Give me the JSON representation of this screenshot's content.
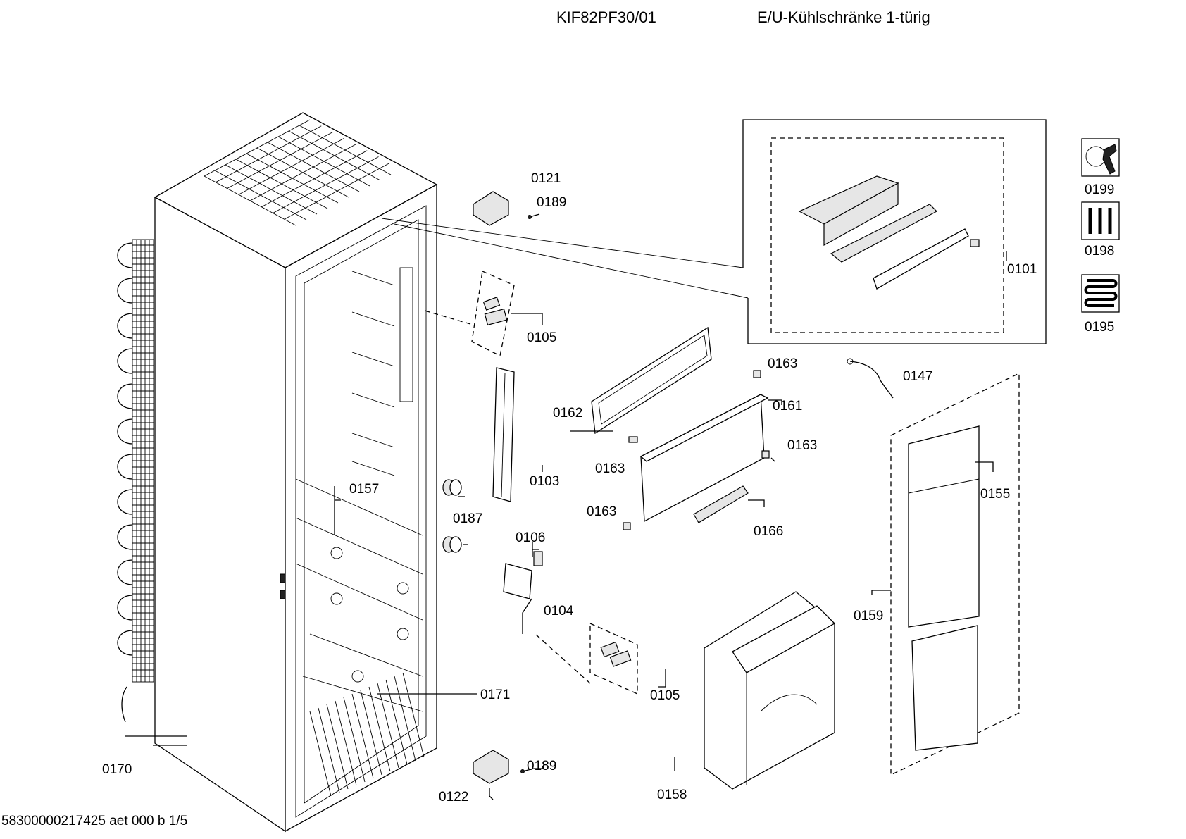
{
  "header": {
    "model": "KIF82PF30/01",
    "description": "E/U-Kühlschränke 1-türig"
  },
  "footer": {
    "document_code": "58300000217425 aet 000 b 1/5"
  },
  "part_labels": {
    "p0101": "0101",
    "p0103": "0103",
    "p0104": "0104",
    "p0105a": "0105",
    "p0105b": "0105",
    "p0106": "0106",
    "p0121": "0121",
    "p0122": "0122",
    "p0147": "0147",
    "p0155": "0155",
    "p0157": "0157",
    "p0158": "0158",
    "p0159": "0159",
    "p0161": "0161",
    "p0162": "0162",
    "p0163a": "0163",
    "p0163b": "0163",
    "p0163c": "0163",
    "p0163d": "0163",
    "p0166": "0166",
    "p0170": "0170",
    "p0171": "0171",
    "p0187": "0187",
    "p0189a": "0189",
    "p0189b": "0189",
    "p0195": "0195",
    "p0198": "0198",
    "p0199": "0199"
  },
  "icons": {
    "service_tools": "wrench-icon",
    "screws_kit": "screws-icon",
    "heater_coil": "heater-coil-icon"
  }
}
